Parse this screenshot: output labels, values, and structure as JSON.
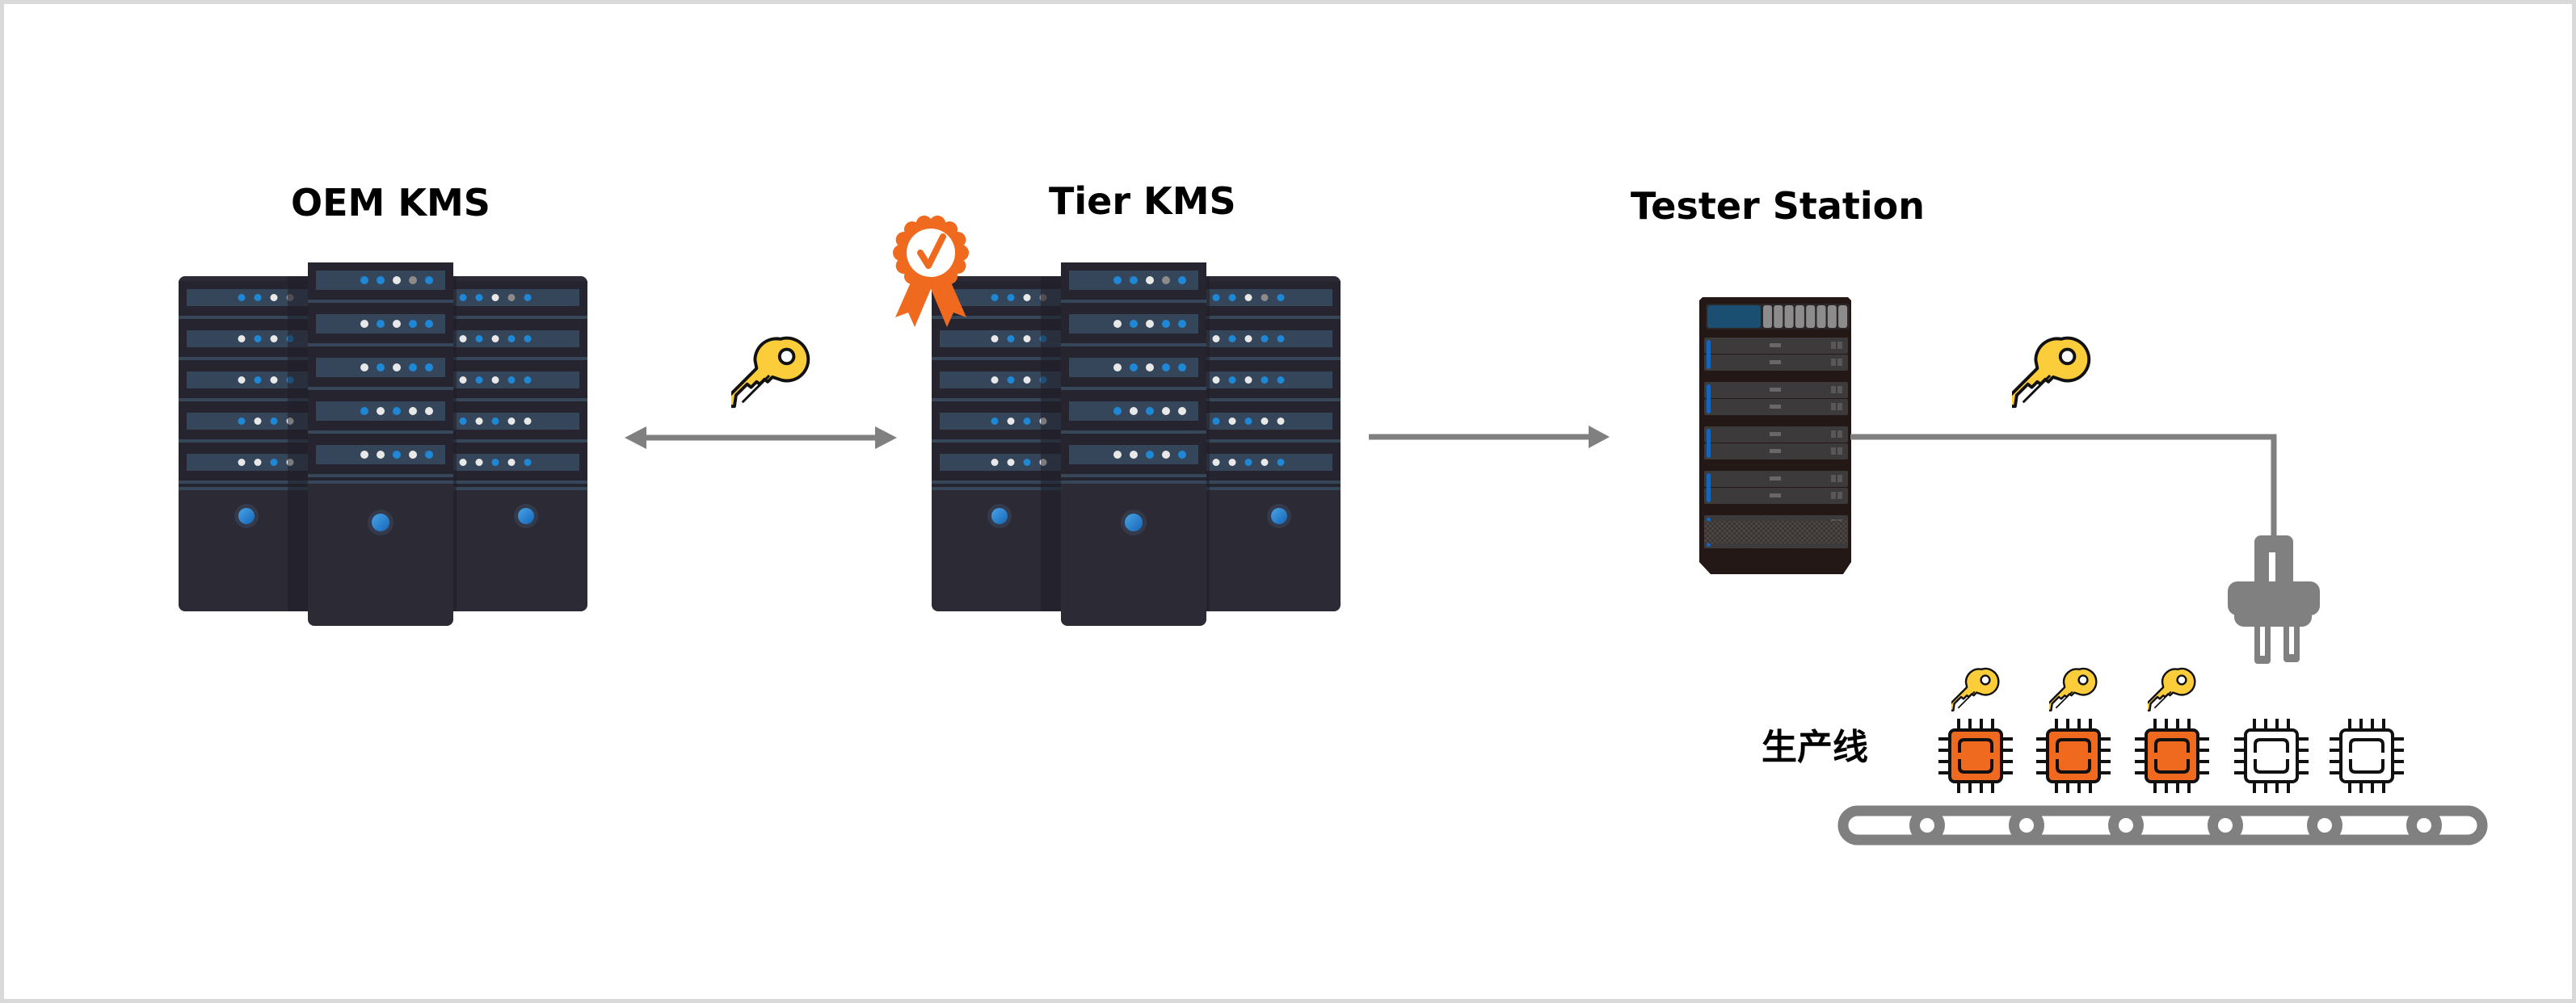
{
  "diagram": {
    "nodes": [
      {
        "id": "oem_kms",
        "label": "OEM KMS",
        "kind": "server-rack"
      },
      {
        "id": "tier_kms",
        "label": "Tier KMS",
        "kind": "server-rack",
        "badge": "certified-badge"
      },
      {
        "id": "tester_station",
        "label": "Tester  Station",
        "kind": "server-tower"
      },
      {
        "id": "production_line",
        "label": "生产线",
        "kind": "conveyor"
      }
    ],
    "edges": [
      {
        "from": "oem_kms",
        "to": "tier_kms",
        "direction": "bidirectional",
        "carries": "key-icon"
      },
      {
        "from": "tier_kms",
        "to": "tester_station",
        "direction": "forward"
      },
      {
        "from": "tester_station",
        "to": "production_line",
        "direction": "cable",
        "carries": "key-icon",
        "connector": "plug-icon"
      }
    ],
    "production_line": {
      "chips": [
        {
          "provisioned": true
        },
        {
          "provisioned": true
        },
        {
          "provisioned": true
        },
        {
          "provisioned": false
        },
        {
          "provisioned": false
        }
      ],
      "roller_count": 6
    },
    "colors": {
      "arrow": "#808080",
      "key_fill": "#fbcd3b",
      "chip_provisioned": "#ef6a1f",
      "chip_empty": "#ffffff",
      "badge": "#ef6a1f",
      "rack_body": "#2b2a35",
      "rack_panel": "#35455a",
      "led_blue": "#1e88d6",
      "led_white": "#e8e8e8",
      "tower_body": "#231815",
      "tower_header": "#1b4f72"
    }
  }
}
